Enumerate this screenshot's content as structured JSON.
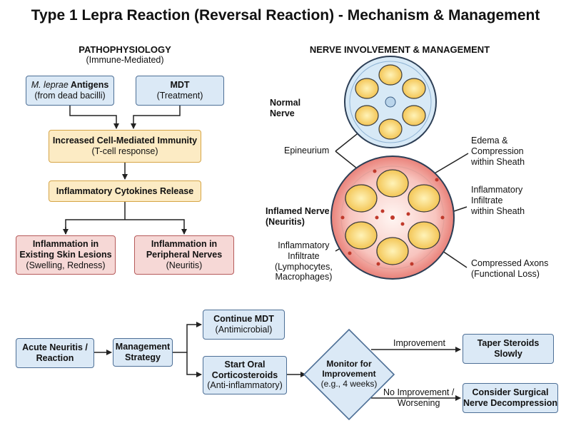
{
  "title": "Type 1 Lepra Reaction (Reversal Reaction) - Mechanism & Management",
  "pathophysiology": {
    "heading": "PATHOPHYSIOLOGY",
    "subheading": "(Immune-Mediated)",
    "antigens_italic": "M. leprae",
    "antigens_bold": " Antigens",
    "antigens_sub": "(from dead bacilli)",
    "mdt_title": "MDT",
    "mdt_sub": "(Treatment)",
    "cmi_title": "Increased Cell-Mediated Immunity",
    "cmi_sub": "(T-cell response)",
    "cytokines": "Inflammatory Cytokines Release",
    "skin_title_1": "Inflammation in",
    "skin_title_2": "Existing Skin Lesions",
    "skin_sub": "(Swelling, Redness)",
    "nerve_title_1": "Inflammation in",
    "nerve_title_2": "Peripheral Nerves",
    "nerve_sub": "(Neuritis)"
  },
  "nerve": {
    "heading": "NERVE INVOLVEMENT & MANAGEMENT",
    "normal_1": "Normal",
    "normal_2": "Nerve",
    "epineurium": "Epineurium",
    "inflamed_1": "Inflamed Nerve",
    "inflamed_2": "(Neuritis)",
    "edema_1": "Edema &",
    "edema_2": "Compression",
    "edema_3": "within Sheath",
    "infiltrate_r_1": "Inflammatory",
    "infiltrate_r_2": "Infiltrate",
    "infiltrate_r_3": "within Sheath",
    "infiltrate_l_1": "Inflammatory",
    "infiltrate_l_2": "Infiltrate",
    "infiltrate_l_3": "(Lymphocytes,",
    "infiltrate_l_4": "Macrophages)",
    "axons_1": "Compressed Axons",
    "axons_2": "(Functional Loss)"
  },
  "management": {
    "acute_1": "Acute Neuritis /",
    "acute_2": "Reaction",
    "strategy_1": "Management",
    "strategy_2": "Strategy",
    "mdt_title": "Continue MDT",
    "mdt_sub": "(Antimicrobial)",
    "steroid_1": "Start Oral",
    "steroid_2": "Corticosteroids",
    "steroid_sub": "(Anti-inflammatory)",
    "monitor_1": "Monitor for",
    "monitor_2": "Improvement",
    "monitor_sub": "(e.g., 4 weeks)",
    "improvement": "Improvement",
    "no_improvement_1": "No Improvement /",
    "no_improvement_2": "Worsening",
    "taper_1": "Taper Steroids",
    "taper_2": "Slowly",
    "surgery_1": "Consider Surgical",
    "surgery_2": "Nerve Decompression"
  },
  "colors": {
    "blue_fill": "#dbe9f6",
    "yellow_fill": "#fcebc4",
    "red_fill": "#f6d8d6",
    "arrow": "#222222"
  }
}
